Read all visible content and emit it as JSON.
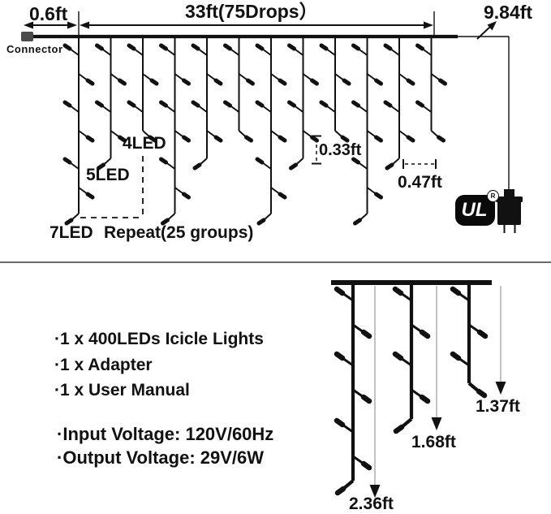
{
  "top_diagram": {
    "connector_label": "Connector",
    "dim_connector_offset": "0.6ft",
    "dim_total_span": "33ft(75Drops）",
    "dim_lead_wire": "9.84ft",
    "label_4led": "4LED",
    "label_5led": "5LED",
    "label_7led": "7LED",
    "label_repeat": "Repeat(25 groups)",
    "dim_led_spacing": "0.33ft",
    "dim_drop_spacing": "0.47ft",
    "ul_badge": {
      "text": "UL",
      "registered": "R"
    }
  },
  "package_list": {
    "items": [
      "·1 x 400LEDs Icicle Lights",
      "·1 x Adapter",
      "·1 x User Manual"
    ]
  },
  "electrical": {
    "input": "·Input Voltage: 120V/60Hz",
    "output": "·Output Voltage: 29V/6W"
  },
  "bottom_diagram": {
    "dim_drop_long": "2.36ft",
    "dim_drop_medium": "1.68ft",
    "dim_drop_short": "1.37ft"
  },
  "colors": {
    "line": "#111111",
    "measure_arrow_gray": "#a9a9a9",
    "background": "#ffffff"
  }
}
